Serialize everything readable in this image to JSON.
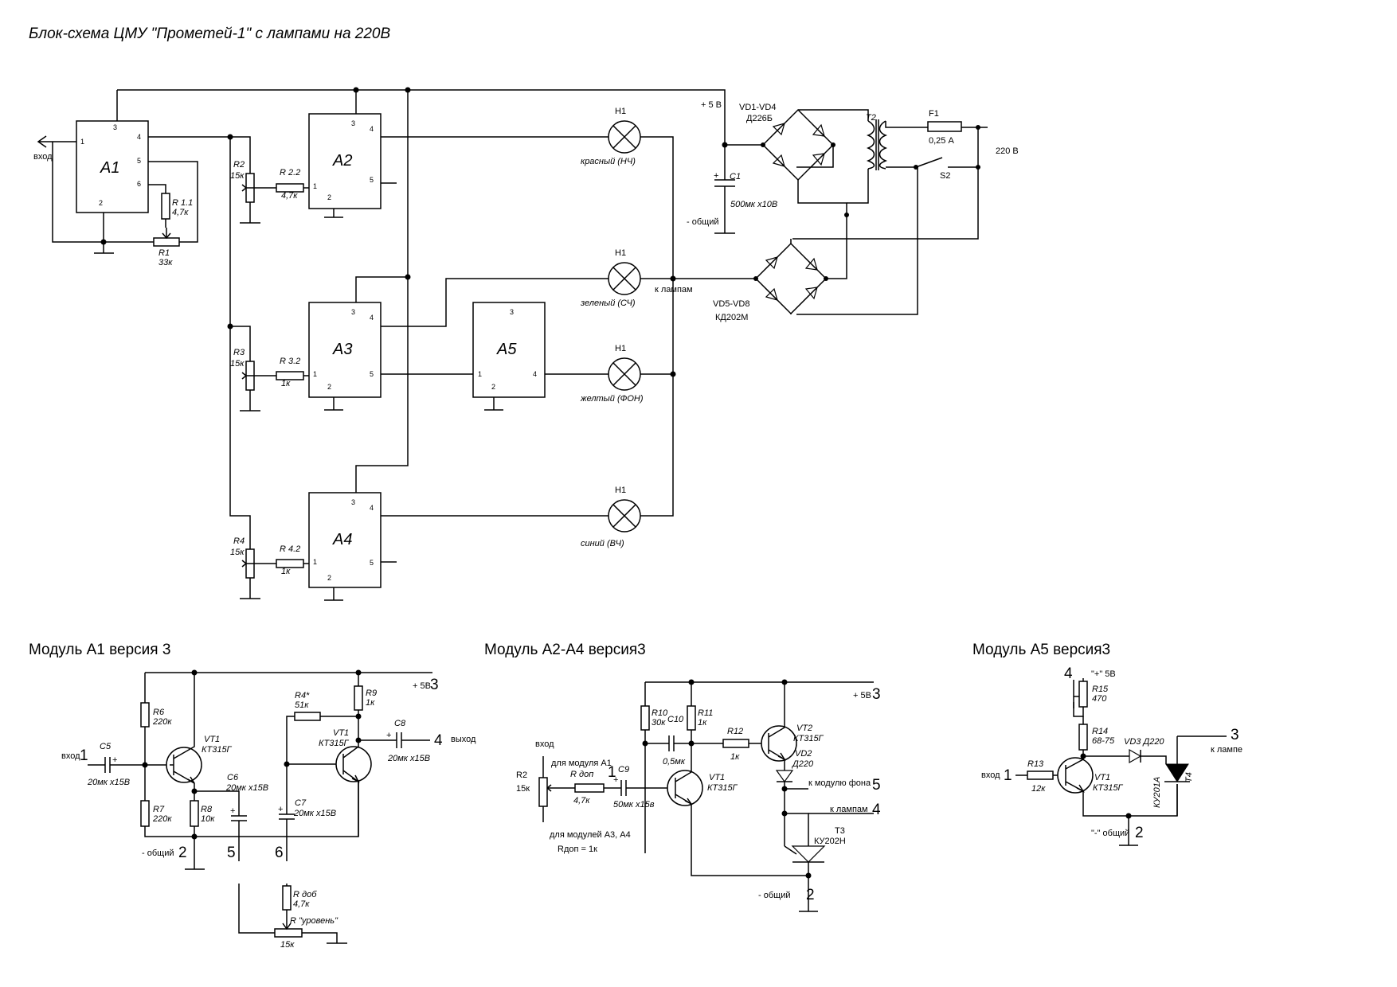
{
  "title": "Блок-схема ЦМУ \"Прометей-1\" с лампами на 220В",
  "main": {
    "modules": {
      "a1": "A1",
      "a2": "A2",
      "a3": "A3",
      "a4": "A4",
      "a5": "A5"
    },
    "pins": {
      "p1": "1",
      "p2": "2",
      "p3": "3",
      "p4": "4",
      "p5": "5",
      "p6": "6"
    },
    "input_label": "вход",
    "r11_name": "R 1.1",
    "r11_val": "4,7к",
    "r1_name": "R1",
    "r1_val": "33к",
    "r2_name": "R2",
    "r2_val": "15к",
    "r22_name": "R 2.2",
    "r22_val": "4,7к",
    "r3_name": "R3",
    "r3_val": "15к",
    "r32_name": "R 3.2",
    "r32_val": "1к",
    "r4_name": "R4",
    "r4_val": "15к",
    "r42_name": "R 4.2",
    "r42_val": "1к",
    "lamp_name": "H1",
    "lamp_red": "красный (НЧ)",
    "lamp_green": "зеленый (СЧ)",
    "lamp_yellow": "желтый (ФОН)",
    "lamp_blue": "синий (ВЧ)",
    "to_lamps": "к лампам",
    "plus5": "+ 5 В",
    "vd14": "VD1-VD4",
    "vd14_type": "Д226Б",
    "t2": "T2",
    "f1": "F1",
    "f1_val": "0,25 А",
    "v220": "220 В",
    "s2": "S2",
    "c1": "C1",
    "c1_val": "500мк х10В",
    "common": "- общий",
    "vd58": "VD5-VD8",
    "vd58_type": "КД202М"
  },
  "mod_a1": {
    "heading": "Модуль А1 версия 3",
    "r6": "R6",
    "r6_val": "220к",
    "r7": "R7",
    "r7_val": "220к",
    "r8": "R8",
    "r8_val": "10к",
    "vt1": "VT1",
    "vt1_type": "КТ315Г",
    "c5": "C5",
    "c5_val": "20мк х15В",
    "c6": "C6",
    "c6_val": "20мк х15В",
    "c7": "C7",
    "c7_val": "20мк х15В",
    "r4s": "R4*",
    "r4s_val": "51к",
    "r9": "R9",
    "r9_val": "1к",
    "c8": "C8",
    "c8_val": "20мк х15В",
    "plus5": "+ 5В",
    "in_label": "вход",
    "out_label": "выход",
    "common": "- общий",
    "rdob": "R доб",
    "rdob_val": "4,7к",
    "rlevel": "R \"уровень\"",
    "rlevel_val": "15к",
    "t1": "1",
    "t2": "2",
    "t3": "3",
    "t4": "4",
    "t5": "5",
    "t6": "6"
  },
  "mod_a24": {
    "heading": "Модуль А2-А4 версия3",
    "in_label": "вход",
    "r2": "R2",
    "r2_val": "15к",
    "rdop": "R доп",
    "rdop_val": "4,7к",
    "for_a1": "для модуля А1",
    "for_a34": "для модулей А3, А4",
    "rdop_note": "Rдоп = 1к",
    "c9": "C9",
    "c9_val": "50мк х15в",
    "r10": "R10",
    "r10_val": "30к",
    "c10": "C10",
    "c10_val": "0,5мк",
    "r11": "R11",
    "r11_val": "1к",
    "r12": "R12",
    "r12_val": "1к",
    "vt1": "VT1",
    "vt1_type": "КТ315Г",
    "vt2": "VT2",
    "vt2_type": "КТ315Г",
    "vd2": "VD2",
    "vd2_type": "Д220",
    "t3": "T3",
    "t3_type": "КУ202Н",
    "plus5": "+ 5В",
    "to_bg": "к модулю фона",
    "to_lamps": "к лампам",
    "common": "- общий",
    "n1": "1",
    "n2": "2",
    "n3": "3",
    "n4": "4",
    "n5": "5"
  },
  "mod_a5": {
    "heading": "Модуль А5 версия3",
    "plus5": "\"+\" 5В",
    "r15": "R15",
    "r15_val": "470",
    "r14": "R14",
    "r14_val": "68-75",
    "vd3": "VD3 Д220",
    "r13": "R13",
    "r13_val": "12к",
    "vt1": "VT1",
    "vt1_type": "КТ315Г",
    "t4": "T4",
    "t4_type": "КУ201А",
    "to_lamp": "к лампе",
    "in_label": "вход",
    "common": "\"-\" общий",
    "n1": "1",
    "n2": "2",
    "n3": "3",
    "n4": "4"
  }
}
